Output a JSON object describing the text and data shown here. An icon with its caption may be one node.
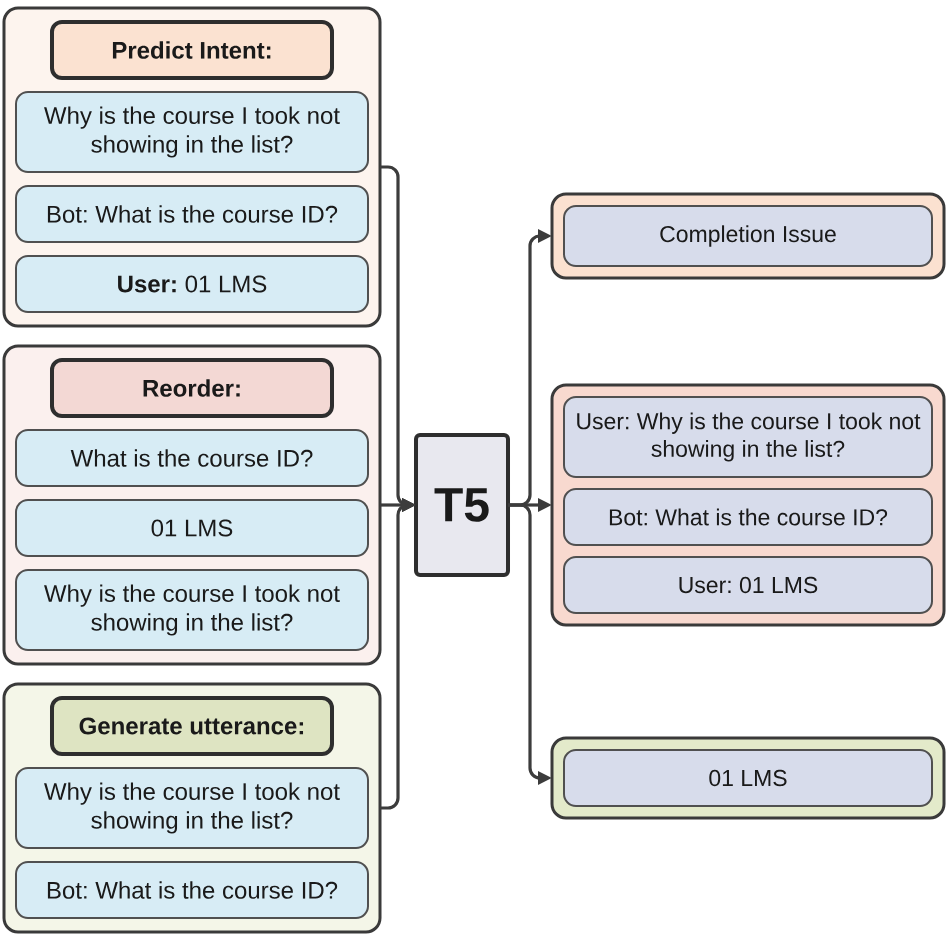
{
  "diagram": {
    "nodes": [
      {
        "text": [],
        "shape": "box"
      },
      {
        "text": [
          "Predict Intent:"
        ],
        "in": 0
      },
      {
        "text": [
          "Why is the course I took not showing in the list?"
        ],
        "in": 0
      },
      {
        "text": [
          "Bot: What is the course ID?"
        ],
        "in": 0
      },
      {
        "text": [
          "**User:** 01 LMS"
        ],
        "in": 0
      },
      {
        "text": [],
        "shape": "box"
      },
      {
        "text": [
          "Reorder:"
        ],
        "in": 5
      },
      {
        "text": [
          "What is the course ID?"
        ],
        "in": 5
      },
      {
        "text": [
          "01 LMS"
        ],
        "in": 5
      },
      {
        "text": [
          "Why is the course I took not showing in the list?"
        ],
        "in": 5
      },
      {
        "text": [],
        "shape": "box"
      },
      {
        "text": [
          "Generate utterance:"
        ],
        "in": 10
      },
      {
        "text": [
          "Why is the course I took not showing in the list?"
        ],
        "in": 10
      },
      {
        "text": [
          "Bot: What is the course ID?"
        ],
        "in": 10
      },
      {
        "text": [
          "T5"
        ]
      },
      {
        "text": [],
        "shape": "box"
      },
      {
        "text": [
          "Completion Issue"
        ],
        "in": 15
      },
      {
        "text": [],
        "shape": "box"
      },
      {
        "text": [
          "User: Why is the course I took not showing in the list?"
        ],
        "in": 17
      },
      {
        "text": [
          "Bot: What is the course ID?"
        ],
        "in": 17
      },
      {
        "text": [
          "User: 01 LMS"
        ],
        "in": 17
      },
      {
        "text": [],
        "shape": "box"
      },
      {
        "text": [
          "01 LMS"
        ],
        "in": 21
      }
    ],
    "edges": [
      {
        "from": 0,
        "to": 14,
        "arrow": "to"
      },
      {
        "from": 5,
        "to": 14,
        "arrow": "to"
      },
      {
        "from": 10,
        "to": 14,
        "arrow": "to"
      },
      {
        "from": 14,
        "to": 15,
        "arrow": "to"
      },
      {
        "from": 14,
        "to": 17,
        "arrow": "to"
      },
      {
        "from": 14,
        "to": 21,
        "arrow": "to"
      }
    ]
  }
}
